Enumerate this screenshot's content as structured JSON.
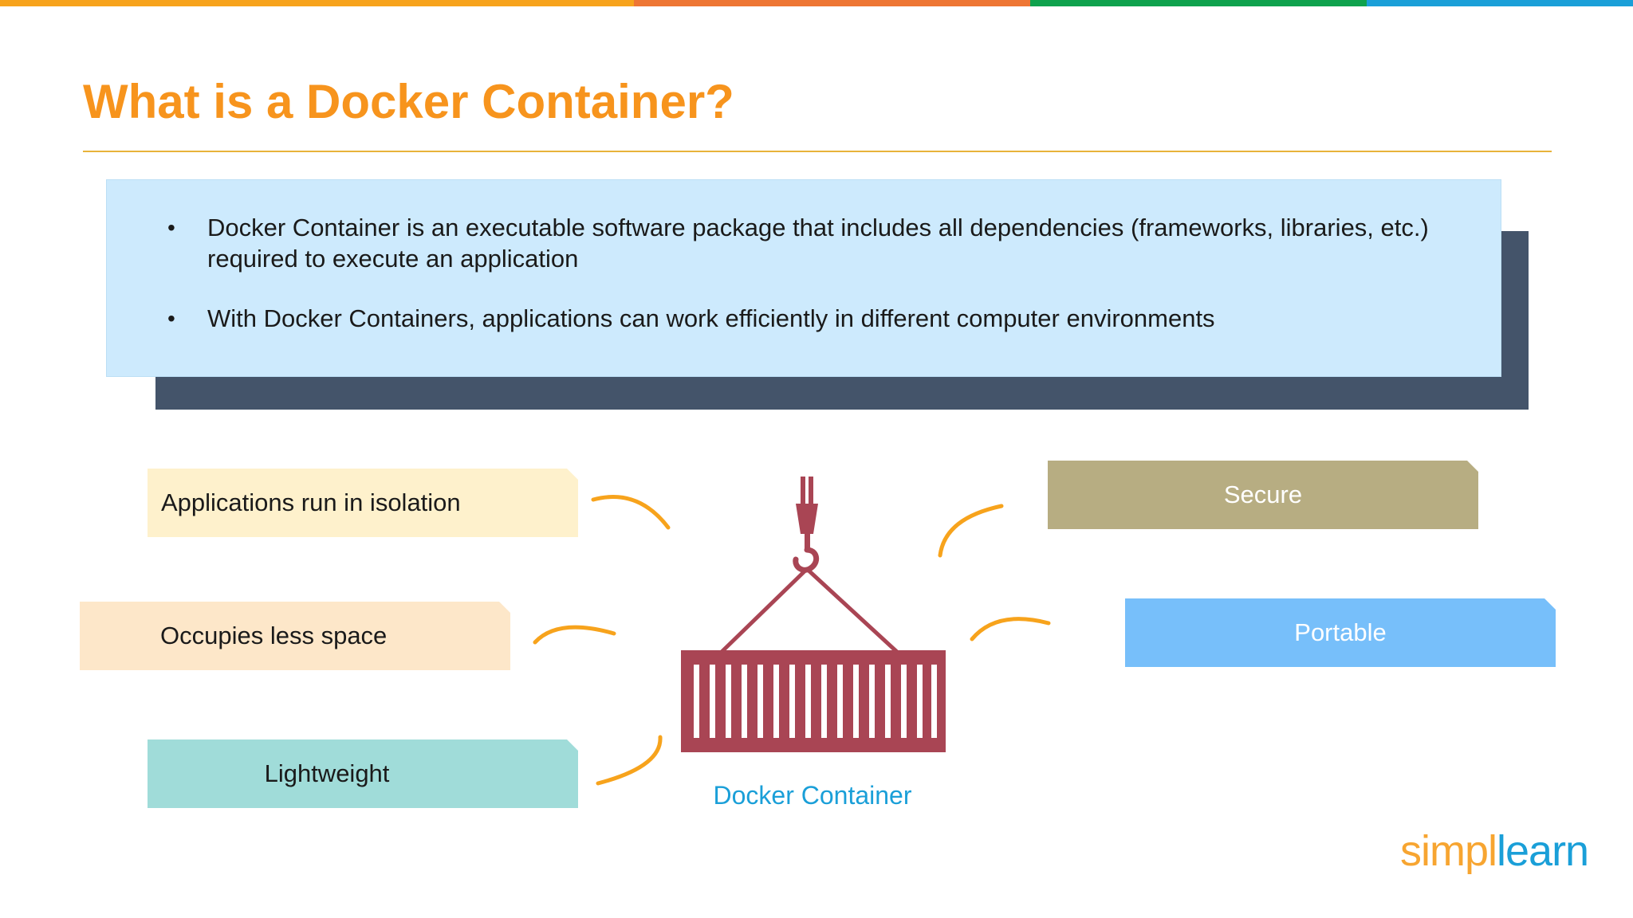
{
  "slide": {
    "title": "What is a Docker Container?",
    "bullets": [
      "Docker Container is an executable software package that includes all dependencies (frameworks, libraries, etc.) required to execute an application",
      "With Docker Containers, applications can work efficiently in different computer environments"
    ],
    "bullet_marker": "•"
  },
  "features": {
    "left": [
      "Applications run in isolation",
      "Occupies less space",
      "Lightweight"
    ],
    "right": [
      "Secure",
      "Portable"
    ]
  },
  "diagram": {
    "label": "Docker Container",
    "icon": "shipping-container-crane-icon"
  },
  "logo": {
    "part1": "simpl",
    "part2": "learn"
  },
  "colors": {
    "title": "#f7941d",
    "info_box": "#cdeafd",
    "shadow_box": "#44546a",
    "arc": "#f7a31c",
    "container": "#a94554",
    "label": "#1a9fd8",
    "top_bar": [
      "#f7a31c",
      "#ee7634",
      "#0fa24d",
      "#1a9fd8"
    ]
  }
}
